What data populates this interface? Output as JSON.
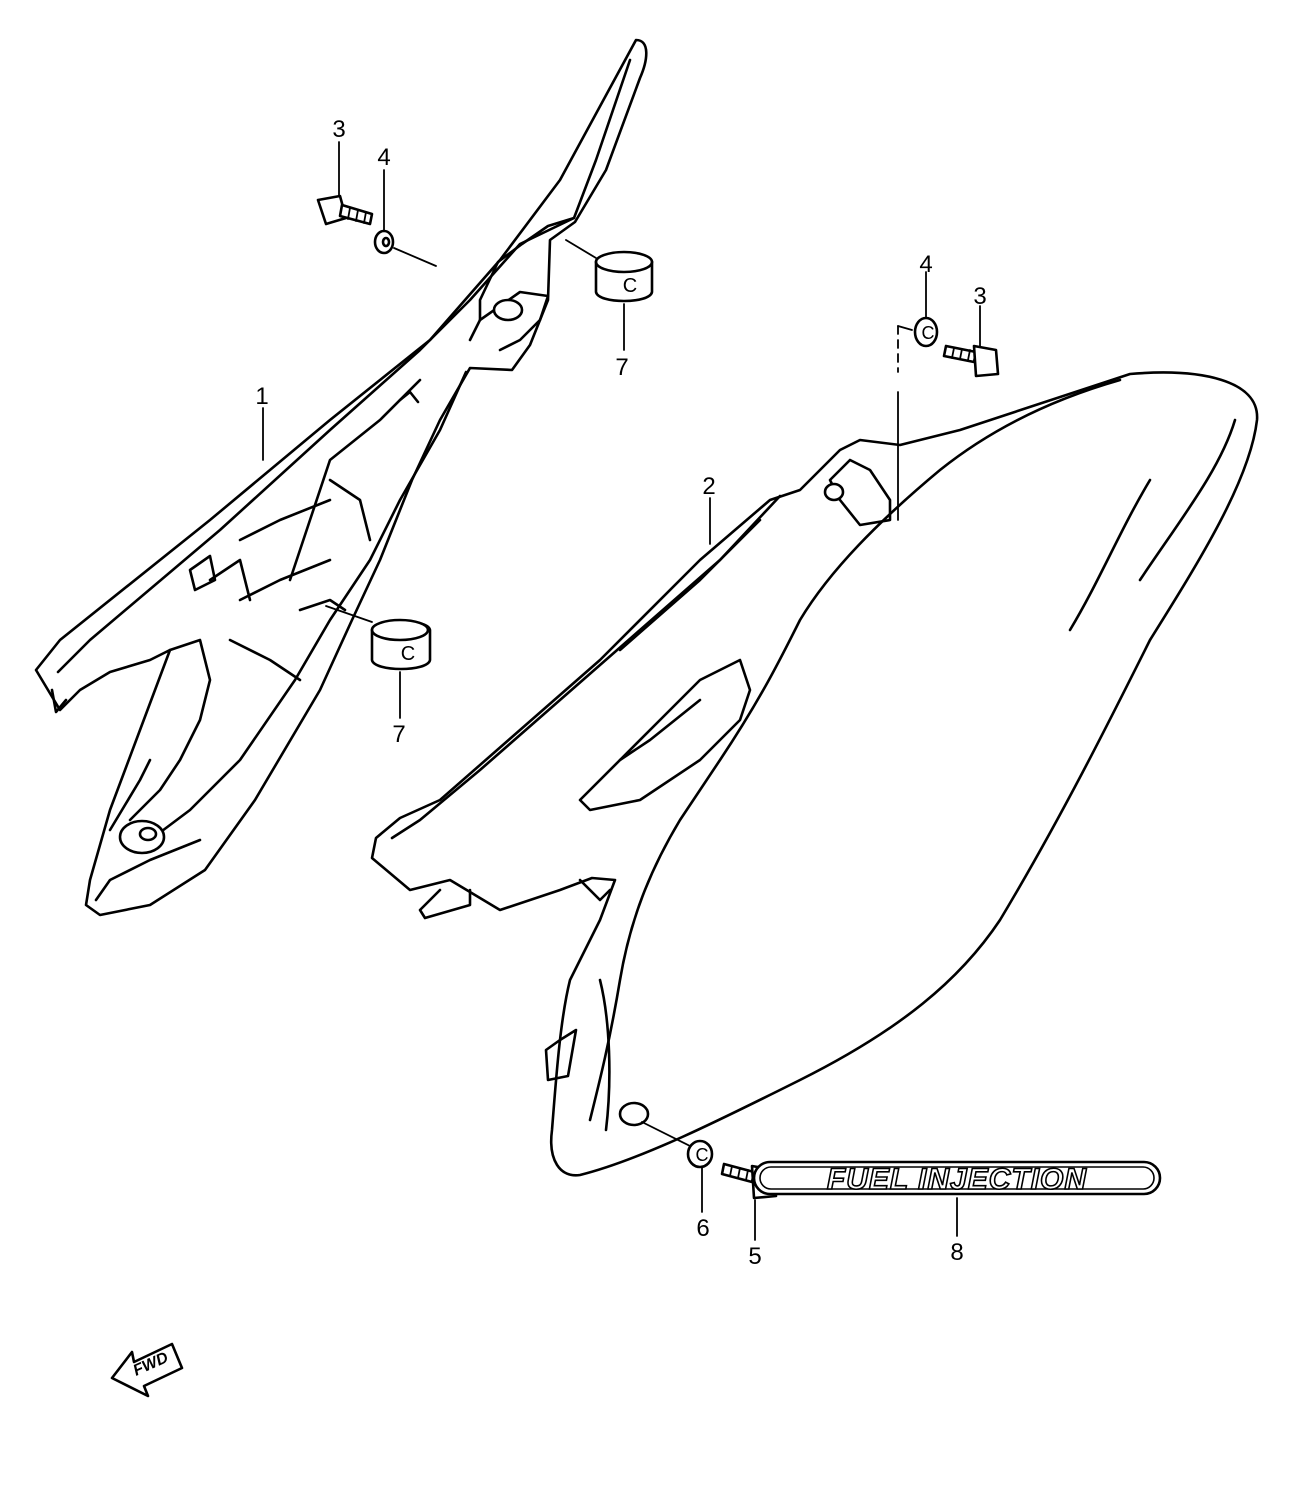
{
  "diagram": {
    "callouts": [
      {
        "id": "c1",
        "label": "1"
      },
      {
        "id": "c2",
        "label": "2"
      },
      {
        "id": "c3a",
        "label": "3"
      },
      {
        "id": "c4a",
        "label": "4"
      },
      {
        "id": "c3b",
        "label": "3"
      },
      {
        "id": "c4b",
        "label": "4"
      },
      {
        "id": "c5",
        "label": "5"
      },
      {
        "id": "c6",
        "label": "6"
      },
      {
        "id": "c7a",
        "label": "7"
      },
      {
        "id": "c7b",
        "label": "7"
      },
      {
        "id": "c8",
        "label": "8"
      }
    ],
    "grommet_mark": "C",
    "washer_mark": "C",
    "fwd_label": "FWD",
    "decal_text": "FUEL INJECTION"
  }
}
